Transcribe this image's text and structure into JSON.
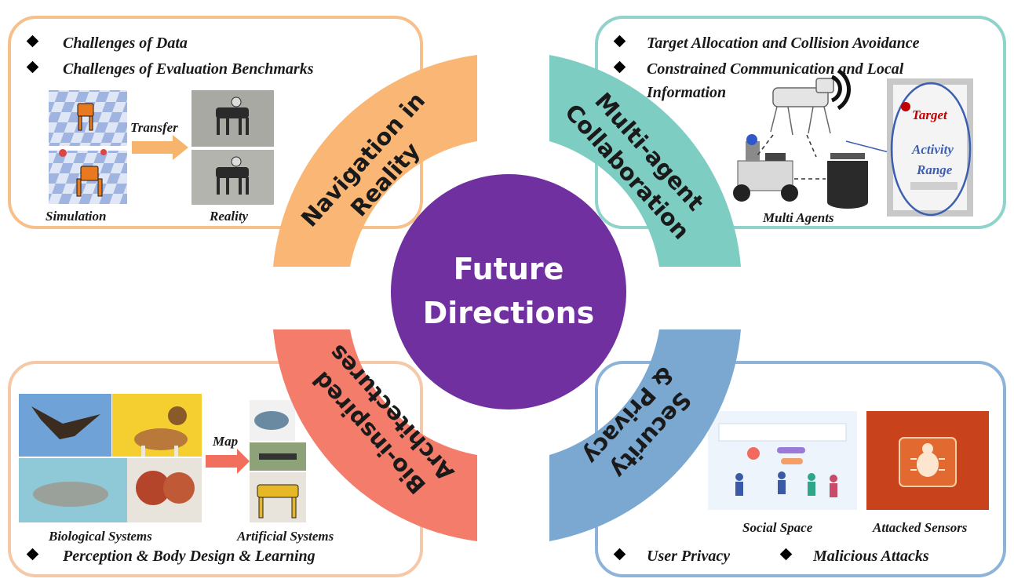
{
  "center": {
    "line1": "Future",
    "line2": "Directions",
    "color": "#7030a0"
  },
  "sections": {
    "navigation": {
      "title_line1": "Navigation in",
      "title_line2": "Reality",
      "color": "#f9b675",
      "bullets": [
        "Challenges of Data",
        "Challenges of Evaluation Benchmarks"
      ],
      "arrow_label": "Transfer",
      "captions": [
        "Simulation",
        "Reality"
      ]
    },
    "multiagent": {
      "title_line1": "Multi-agent",
      "title_line2": "Collaboration",
      "color": "#7ecdc3",
      "bullets": [
        "Target Allocation and Collision Avoidance",
        "Constrained Communication and Local",
        "Information"
      ],
      "map_labels": {
        "target": "Target",
        "activity1": "Activity",
        "activity2": "Range"
      },
      "caption": "Multi Agents"
    },
    "bioinspired": {
      "title_line1": "Bio-inspired",
      "title_line2": "Architectures",
      "color": "#f47c6a",
      "arrow_label": "Map",
      "captions": [
        "Biological Systems",
        "Artificial Systems"
      ],
      "bullet": "Perception & Body Design & Learning"
    },
    "security": {
      "title_line1": "Security",
      "title_line2": "& Privacy",
      "color": "#7aa8d0",
      "captions": [
        "Social Space",
        "Attacked Sensors"
      ],
      "bullets": [
        "User Privacy",
        "Malicious Attacks"
      ]
    }
  },
  "box_colors": {
    "orange": "#f7c08a",
    "teal": "#8fd3cb",
    "blue": "#8db4d8",
    "salmon": "#f5c9a8"
  }
}
